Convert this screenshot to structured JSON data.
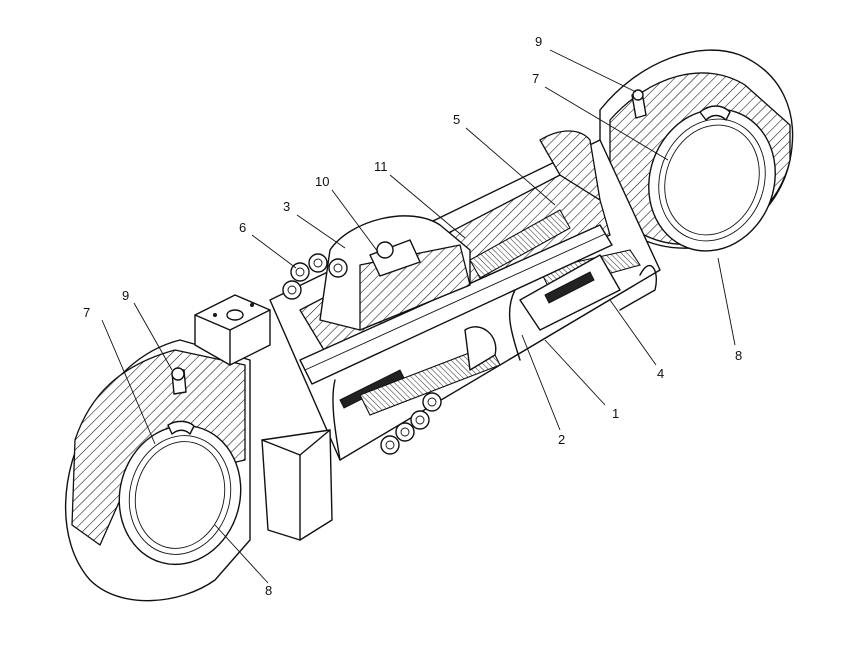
{
  "diagram": {
    "callouts": [
      {
        "id": "c9-top",
        "label": "9"
      },
      {
        "id": "c7-top",
        "label": "7"
      },
      {
        "id": "c5",
        "label": "5"
      },
      {
        "id": "c11",
        "label": "11"
      },
      {
        "id": "c10",
        "label": "10"
      },
      {
        "id": "c3",
        "label": "3"
      },
      {
        "id": "c6",
        "label": "6"
      },
      {
        "id": "c9-left",
        "label": "9"
      },
      {
        "id": "c7-left",
        "label": "7"
      },
      {
        "id": "c8-right",
        "label": "8"
      },
      {
        "id": "c4",
        "label": "4"
      },
      {
        "id": "c1",
        "label": "1"
      },
      {
        "id": "c2",
        "label": "2"
      },
      {
        "id": "c8-bottom",
        "label": "8"
      }
    ]
  }
}
